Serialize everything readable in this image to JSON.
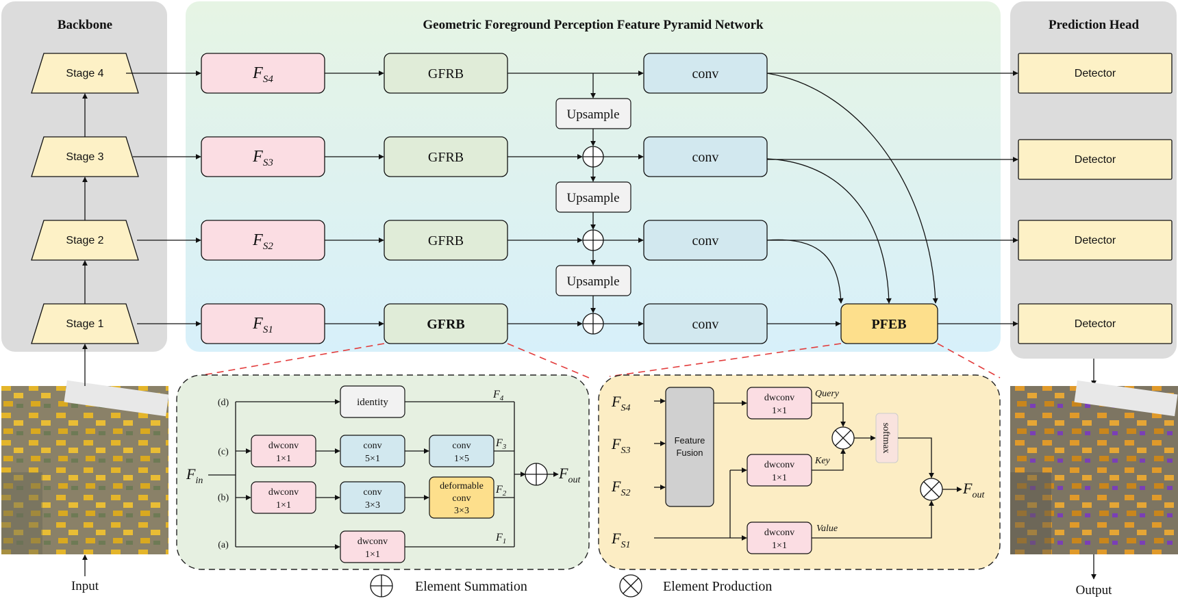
{
  "backbone": {
    "title": "Backbone",
    "stages": [
      "Stage 4",
      "Stage 3",
      "Stage 2",
      "Stage 1"
    ],
    "input_label": "Input"
  },
  "neck": {
    "title": "Geometric Foreground Perception Feature Pyramid Network",
    "features": [
      "F_S4",
      "F_S3",
      "F_S2",
      "F_S1"
    ],
    "feature_base": "F",
    "feature_subs": [
      "S4",
      "S3",
      "S2",
      "S1"
    ],
    "gfrb_label": "GFRB",
    "conv_label": "conv",
    "upsample_label": "Upsample",
    "pfeb_label": "PFEB"
  },
  "head": {
    "title": "Prediction Head",
    "detector_label": "Detector",
    "output_label": "Output"
  },
  "gfrb_detail": {
    "branch_labels": [
      "(d)",
      "(c)",
      "(b)",
      "(a)"
    ],
    "input_base": "F",
    "input_sub": "in",
    "output_base": "F",
    "output_sub": "out",
    "identity": "identity",
    "dwconv": "dwconv",
    "k1x1": "1×1",
    "k5x1": "5×1",
    "k1x5": "1×5",
    "k3x3": "3×3",
    "conv": "conv",
    "deformable": "deformable",
    "f_subs": [
      "4",
      "3",
      "2",
      "1"
    ]
  },
  "pfeb_detail": {
    "inputs_subs": [
      "S4",
      "S3",
      "S2",
      "S1"
    ],
    "fusion_line1": "Feature",
    "fusion_line2": "Fusion",
    "dwconv": "dwconv",
    "k1x1": "1×1",
    "query": "Query",
    "key": "Key",
    "value": "Value",
    "softmax": "softmax",
    "output_base": "F",
    "output_sub": "out"
  },
  "legend": {
    "sum_label": "Element Summation",
    "prod_label": "Element Production"
  },
  "colors": {
    "backbone_bg": "#dcdcdc",
    "head_bg": "#dcdcdc",
    "neck_bg_top": "#e6f4e4",
    "neck_bg_bottom": "#d7f0fa",
    "stage_fill": "#fdf1c6",
    "feature_fill": "#fbdde3",
    "gfrb_fill": "#e0ecd8",
    "conv_fill": "#d2e8ef",
    "upsample_fill": "#f2f2f2",
    "pfeb_fill": "#fddf8c",
    "detector_fill": "#fdf1c6",
    "gfrb_panel": "#e6f0e1",
    "pfeb_panel": "#fcedc4",
    "fusion_fill": "#d0d0d0",
    "deform_fill": "#fddf8c",
    "softmax_fill": "#f9e3de",
    "red_dash": "#e23b3b"
  },
  "icons": [
    "circle-plus-icon",
    "circle-times-icon"
  ]
}
